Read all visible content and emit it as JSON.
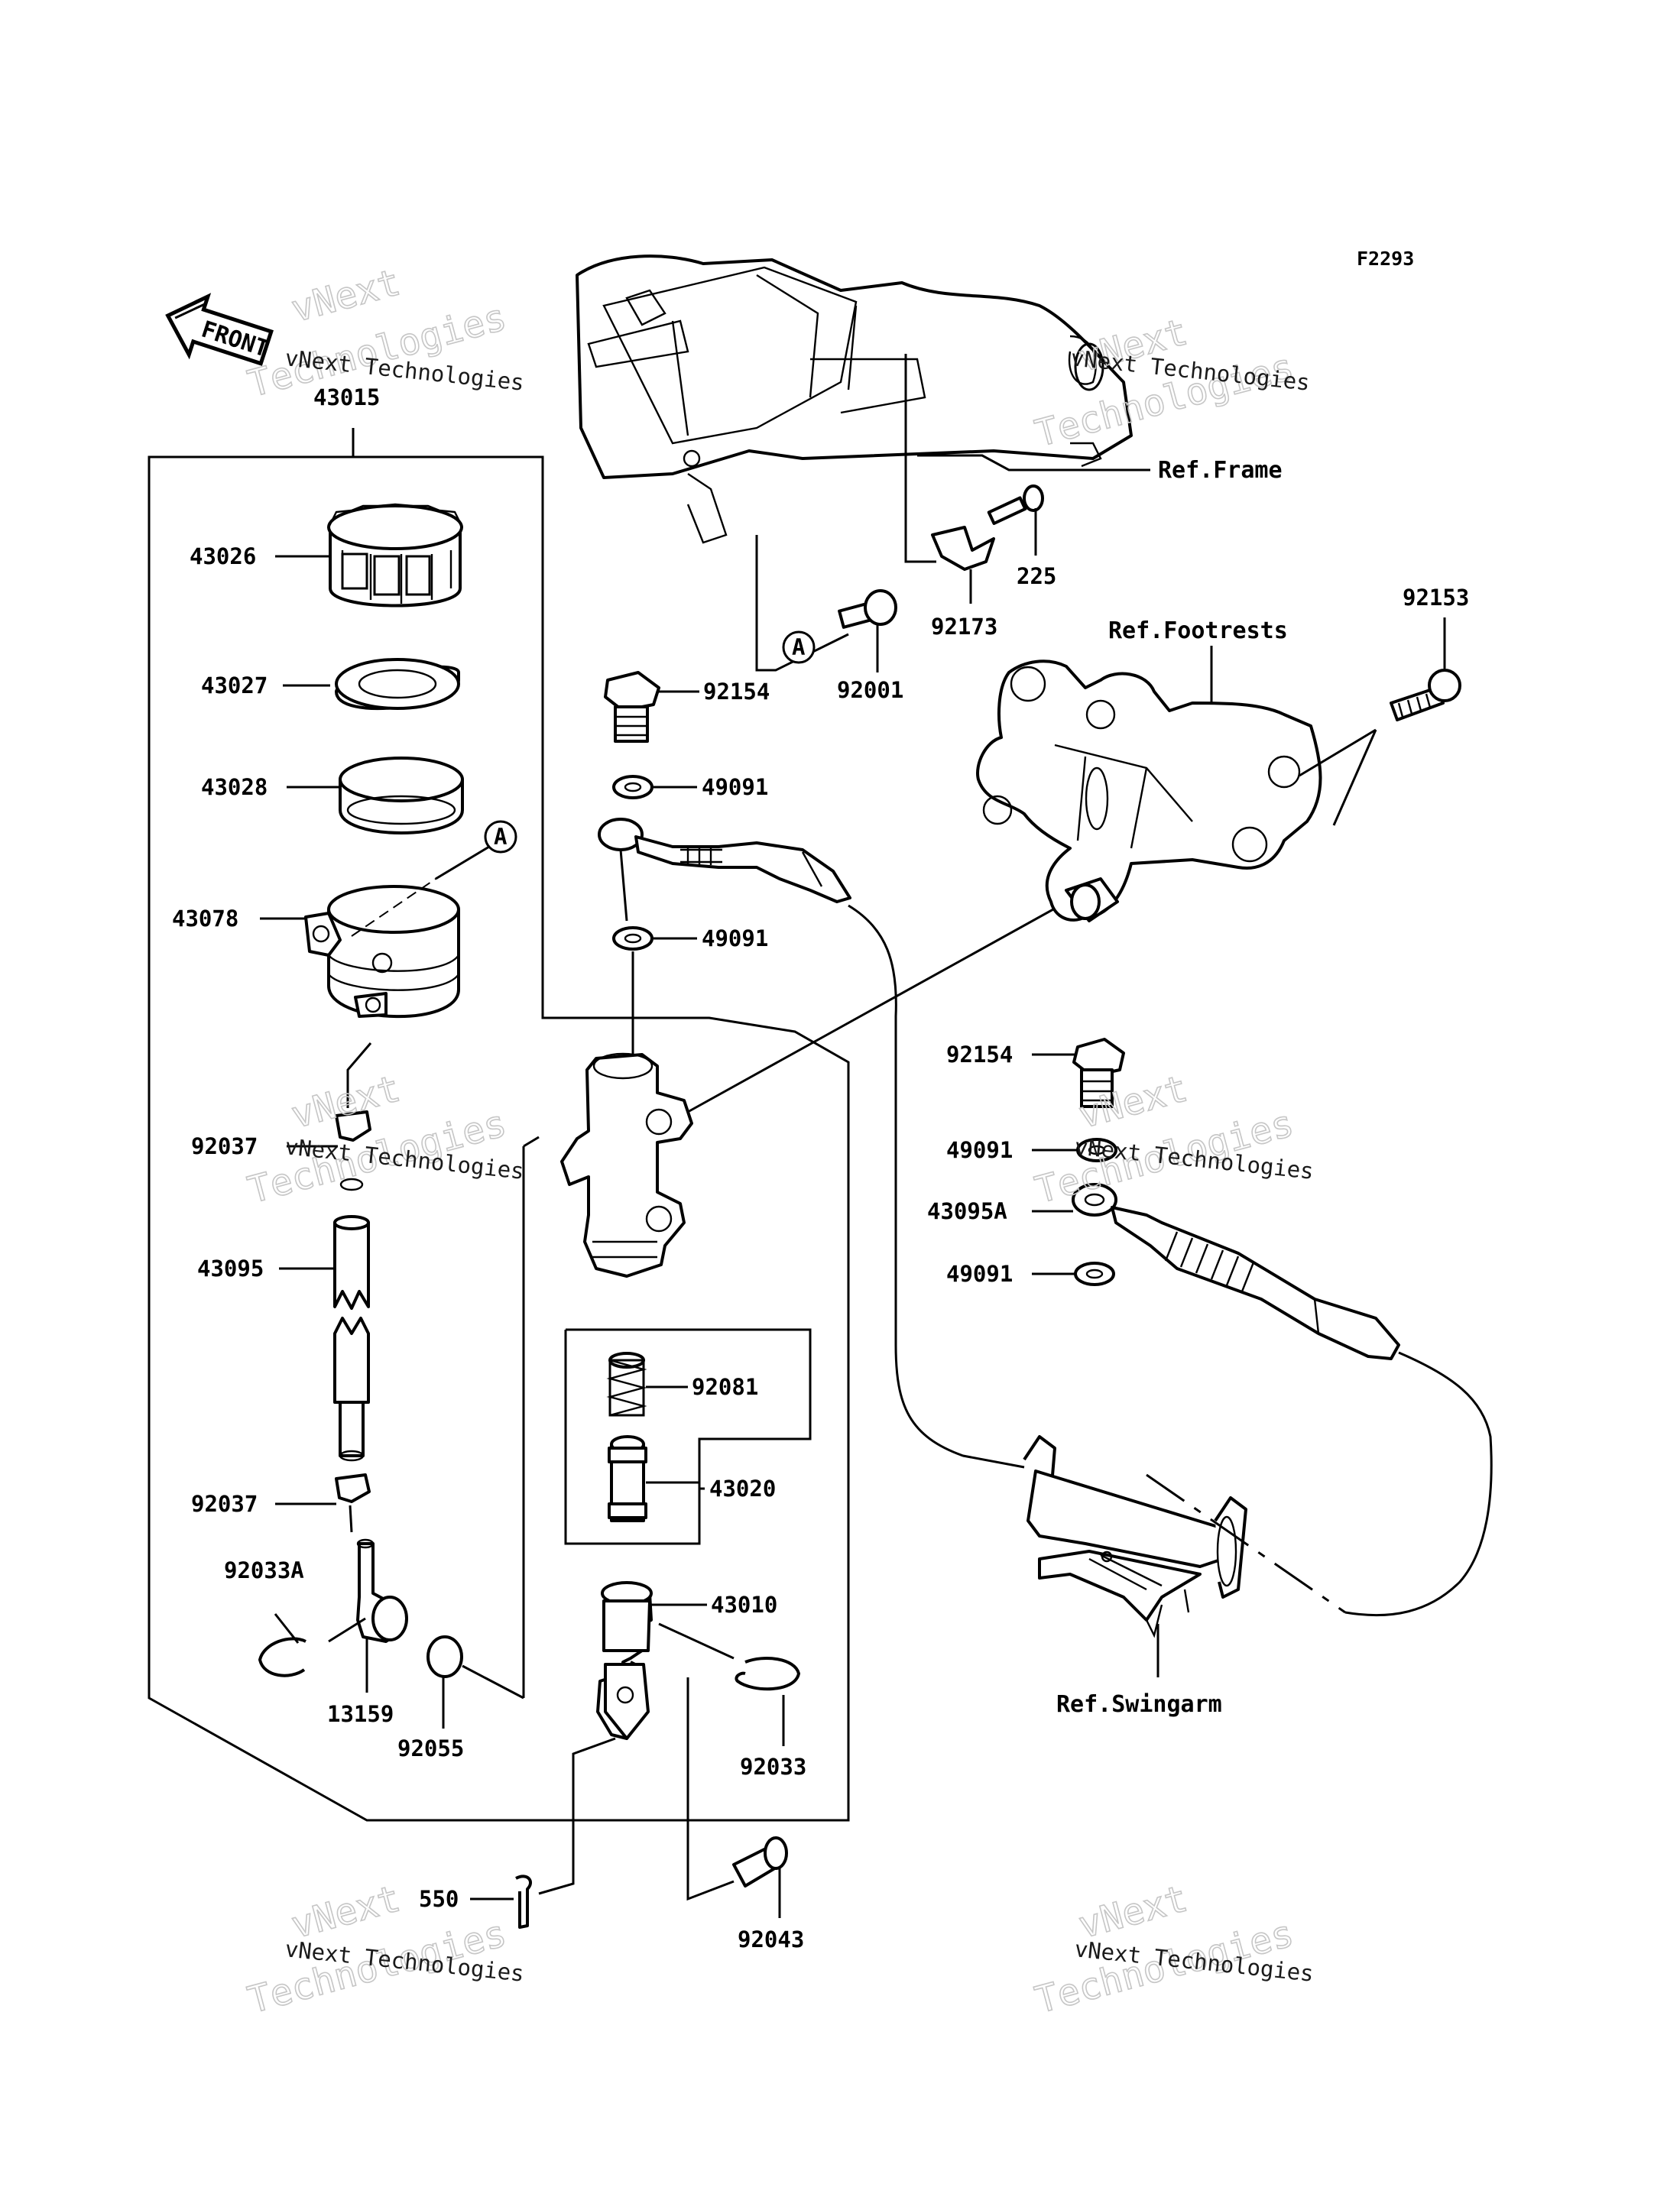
{
  "figure_code": "F2293",
  "front_label": "FRONT",
  "watermark": {
    "company": "vNext",
    "line": "vNext Technologies",
    "word": "Technologies"
  },
  "references": {
    "frame": "Ref.Frame",
    "footrests": "Ref.Footrests",
    "swingarm": "Ref.Swingarm"
  },
  "callout_letter": "A",
  "parts": {
    "p43015": "43015",
    "p43026": "43026",
    "p43027": "43027",
    "p43028": "43028",
    "p43078": "43078",
    "p92037a": "92037",
    "p43095": "43095",
    "p92037b": "92037",
    "p92033a": "92033A",
    "p13159": "13159",
    "p92055": "92055",
    "p550": "550",
    "p92154a": "92154",
    "p92001": "92001",
    "p49091a": "49091",
    "p49091b": "49091",
    "p92081": "92081",
    "p43020": "43020",
    "p43010": "43010",
    "p92033": "92033",
    "p92043": "92043",
    "p225": "225",
    "p92173": "92173",
    "p92153": "92153",
    "p92154b": "92154",
    "p49091c": "49091",
    "p43095a": "43095A",
    "p49091d": "49091"
  }
}
